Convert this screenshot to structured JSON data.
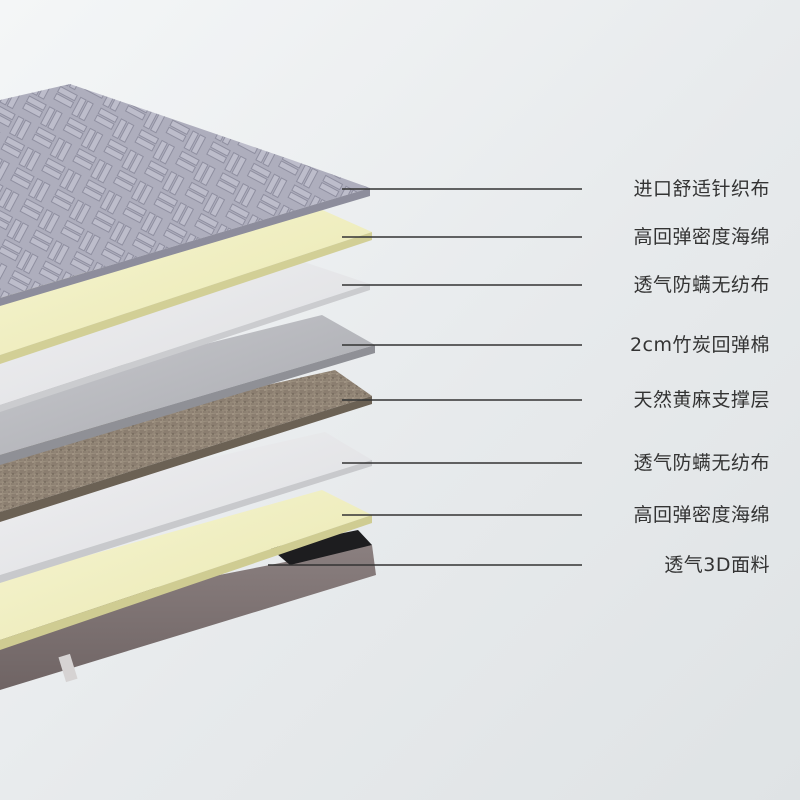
{
  "layers": [
    {
      "label": "进口舒适针织布",
      "texture": "quilted-knit-texture",
      "color": "#a9a9b8"
    },
    {
      "label": "高回弹密度海绵",
      "texture": "foam",
      "color": "#f1f0c2"
    },
    {
      "label": "透气防螨无纺布",
      "texture": "nonwoven",
      "color": "#e8e8ea"
    },
    {
      "label": "2cm竹炭回弹棉",
      "texture": "bamboo-charcoal",
      "color": "#b5b6bb"
    },
    {
      "label": "天然黄麻支撑层",
      "texture": "jute-fiber-texture",
      "color": "#8d8072"
    },
    {
      "label": "透气防螨无纺布",
      "texture": "nonwoven",
      "color": "#e8e8ea"
    },
    {
      "label": "高回弹密度海绵",
      "texture": "foam",
      "color": "#f1f0c2"
    },
    {
      "label": "透气3D面料",
      "texture": "3d-mesh",
      "color": "#7a6e6e"
    }
  ]
}
